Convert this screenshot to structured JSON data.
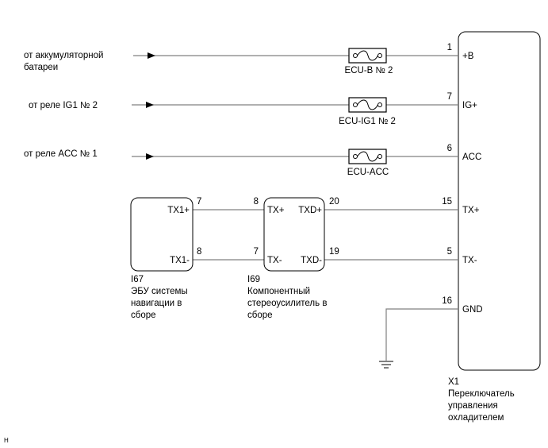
{
  "sources": {
    "battery_line1": "от аккумуляторной",
    "battery_line2": "батареи",
    "ig1_relay": "от реле IG1 № 2",
    "acc_relay": "от реле ACC № 1"
  },
  "fuses": {
    "ecu_b": "ECU-B № 2",
    "ecu_ig1": "ECU-IG1 № 2",
    "ecu_acc": "ECU-ACC"
  },
  "x1": {
    "id": "X1",
    "name_line1": "Переключатель",
    "name_line2": "управления",
    "name_line3": "охладителем",
    "pins": [
      {
        "num": "1",
        "label": "+B"
      },
      {
        "num": "7",
        "label": "IG+"
      },
      {
        "num": "6",
        "label": "ACC"
      },
      {
        "num": "15",
        "label": "TX+"
      },
      {
        "num": "5",
        "label": "TX-"
      },
      {
        "num": "16",
        "label": "GND"
      }
    ]
  },
  "i67": {
    "id": "I67",
    "name_line1": "ЭБУ системы",
    "name_line2": "навигации в",
    "name_line3": "сборе",
    "pins": [
      {
        "num": "7",
        "label": "TX1+"
      },
      {
        "num": "8",
        "label": "TX1-"
      }
    ]
  },
  "i69": {
    "id": "I69",
    "name_line1": "Компонентный",
    "name_line2": "стереоусилитель в",
    "name_line3": "сборе",
    "pins": [
      {
        "num": "8",
        "label": "TX+"
      },
      {
        "num": "7",
        "label": "TX-"
      },
      {
        "num": "20",
        "label": "TXD+"
      },
      {
        "num": "19",
        "label": "TXD-"
      }
    ]
  },
  "corner_mark": "H"
}
